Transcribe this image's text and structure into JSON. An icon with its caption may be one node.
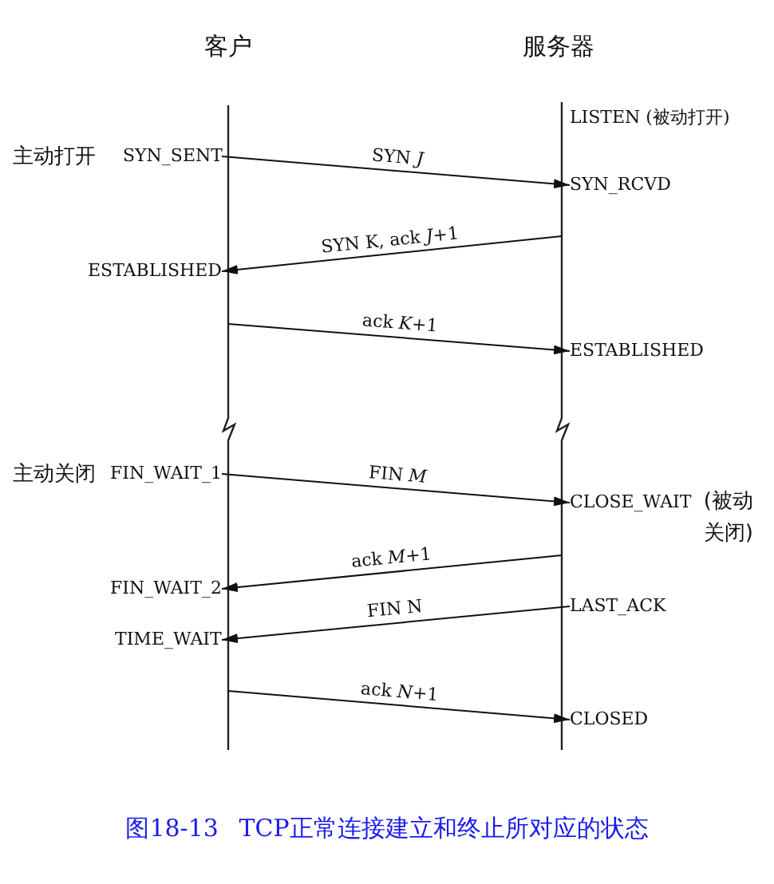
{
  "diagram": {
    "caption": "图18-13 TCP正常连接建立和终止所对应的状态",
    "nodes": [
      {
        "text": [
          "LISTEN (被动打开)"
        ]
      },
      {
        "text": [
          "SYN_SENT"
        ],
        "beside": [
          "主动打开"
        ]
      },
      {
        "text": [
          "SYN_RCVD"
        ]
      },
      {
        "text": [
          "ESTABLISHED"
        ]
      },
      {
        "text": [
          "ESTABLISHED"
        ]
      },
      {
        "text": [
          "FIN_WAIT_1"
        ],
        "beside": [
          "主动关闭"
        ]
      },
      {
        "text": [
          "CLOSE_WAIT"
        ],
        "beside": [
          "(被动关闭)"
        ]
      },
      {
        "text": [
          "FIN_WAIT_2"
        ]
      },
      {
        "text": [
          "LAST_ACK"
        ]
      },
      {
        "text": [
          "TIME_WAIT"
        ]
      },
      {
        "text": [
          "CLOSED"
        ]
      }
    ],
    "edges": [
      {
        "from": 1,
        "to": 2,
        "arrow": "to",
        "label": "SYN *J*"
      },
      {
        "from": null,
        "to": 3,
        "arrow": "to",
        "label": "SYN K, ack *J*+1"
      },
      {
        "from": null,
        "to": 4,
        "arrow": "to",
        "label": "ack *K*+1"
      },
      {
        "from": 5,
        "to": 6,
        "arrow": "to",
        "label": "FIN *M*"
      },
      {
        "from": null,
        "to": 7,
        "arrow": "to",
        "label": "ack *M*+1"
      },
      {
        "from": 8,
        "to": 9,
        "arrow": "to",
        "label": "FIN N"
      },
      {
        "from": null,
        "to": 10,
        "arrow": "to",
        "label": "ack *N*+1"
      }
    ],
    "labels": [
      "客户",
      "服务器"
    ]
  }
}
